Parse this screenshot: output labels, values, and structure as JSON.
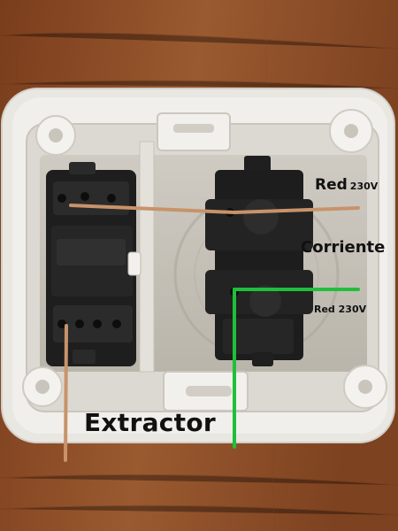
{
  "annotations": {
    "red_top_main": "Red",
    "red_top_voltage": "230V",
    "corriente": "Corriente",
    "red_bottom": "Red 230V",
    "extractor": "Extractor"
  },
  "colors": {
    "wire_brown": "#c8936a",
    "wire_green": "#1fbf3a",
    "wood": "#8a4a23",
    "plastic_white": "#ebe9e4",
    "switch_black": "#1e1e1e"
  }
}
